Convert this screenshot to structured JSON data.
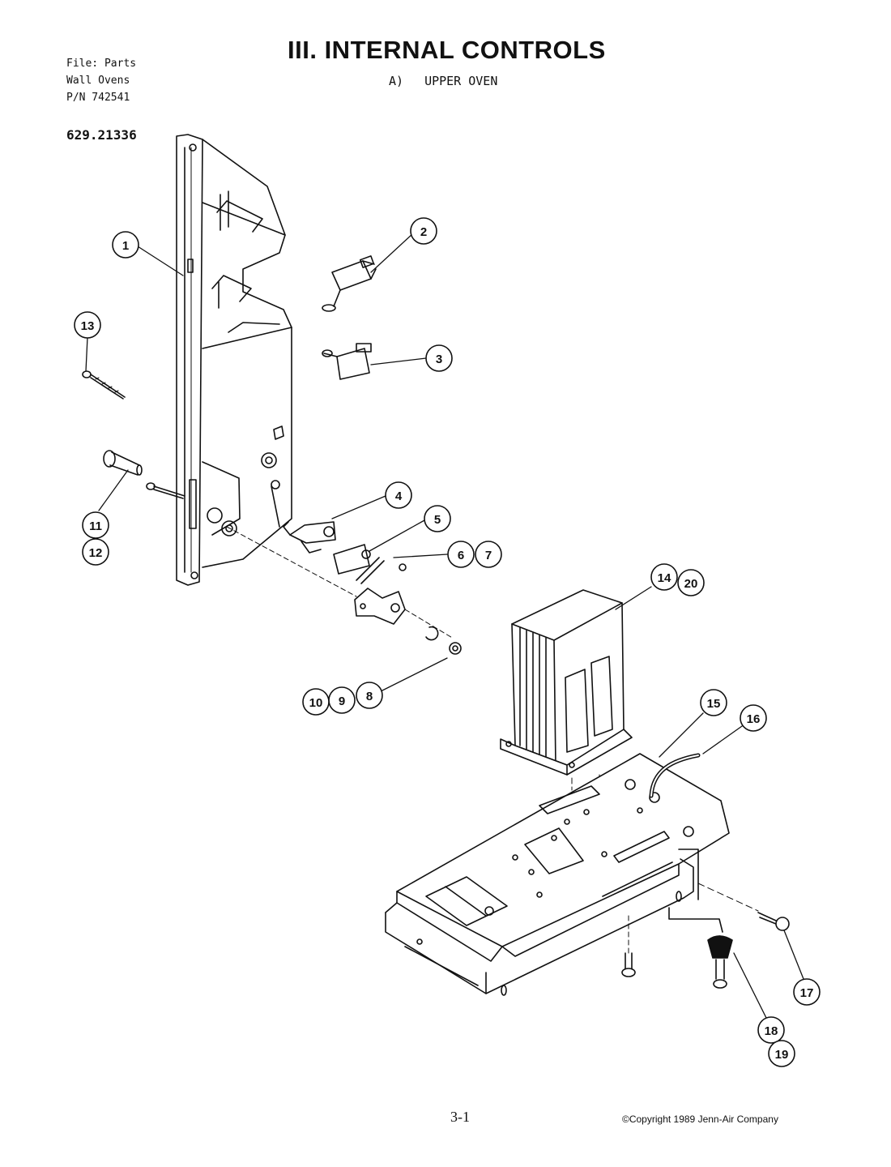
{
  "header": {
    "file_line": "File: Parts",
    "product_line": "Wall Ovens",
    "part_number_line": "P/N 742541",
    "model_number": "629.21336",
    "title": "III. INTERNAL CONTROLS",
    "section_letter": "A)",
    "section_name": "UPPER OVEN"
  },
  "footer": {
    "page_number": "3-1",
    "copyright": "©Copyright 1989 Jenn-Air Company"
  },
  "callouts": [
    "1",
    "2",
    "3",
    "4",
    "5",
    "6",
    "7",
    "8",
    "9",
    "10",
    "11",
    "12",
    "13",
    "14",
    "15",
    "16",
    "17",
    "18",
    "19",
    "20"
  ]
}
